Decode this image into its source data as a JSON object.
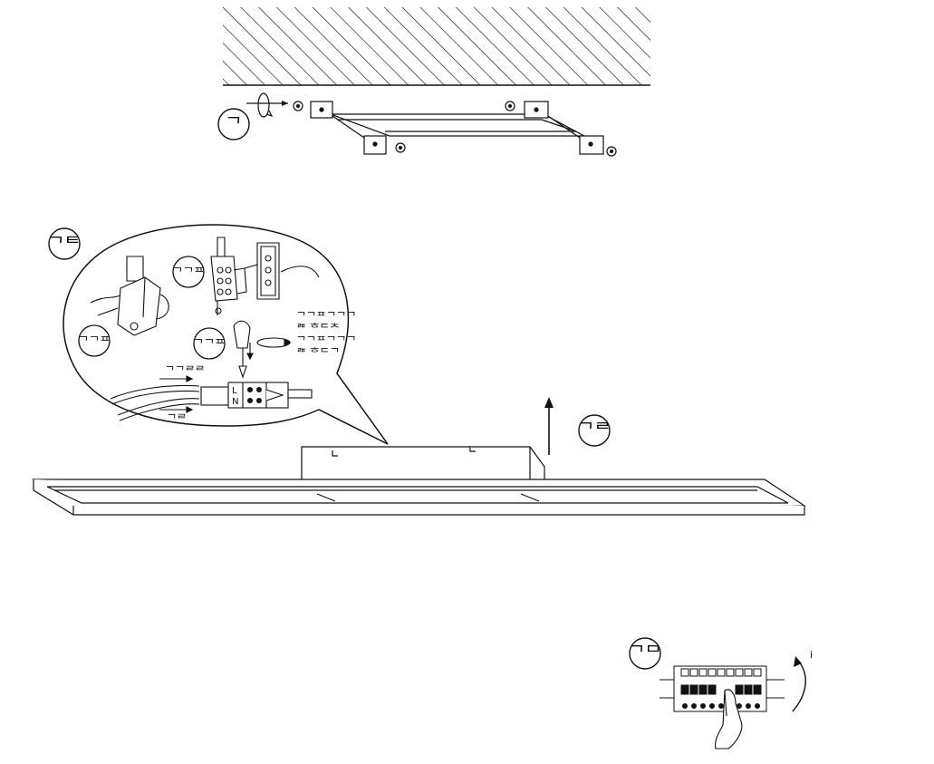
{
  "steps": {
    "step1": "ᄀ",
    "step2": "ᄀᄐ",
    "step3": "ᄀᄅ",
    "step4": "ᄀᄆ"
  },
  "callouts": {
    "a": "ᄀᄀᄑ",
    "b": "ᄀᄀᄑ",
    "c": "ᄀᄀᄑ"
  },
  "wire_labels": {
    "upper": "ᄀᄀᄅᄅ",
    "lower": "ᄀᄅ",
    "terminal_l": "L",
    "terminal_n": "N",
    "side_1_line1": "ᄀᄀᄑᄀᄀᄀ",
    "side_1_line2": "ᄅᄇ ᄒᄃᄎ",
    "side_2_line1": "ᄀᄀᄑᄀᄀᄀ",
    "side_2_line2": "ᄅᄇ ᄒᄃᄀ"
  },
  "colors": {
    "ink": "#111111",
    "background": "#ffffff"
  }
}
